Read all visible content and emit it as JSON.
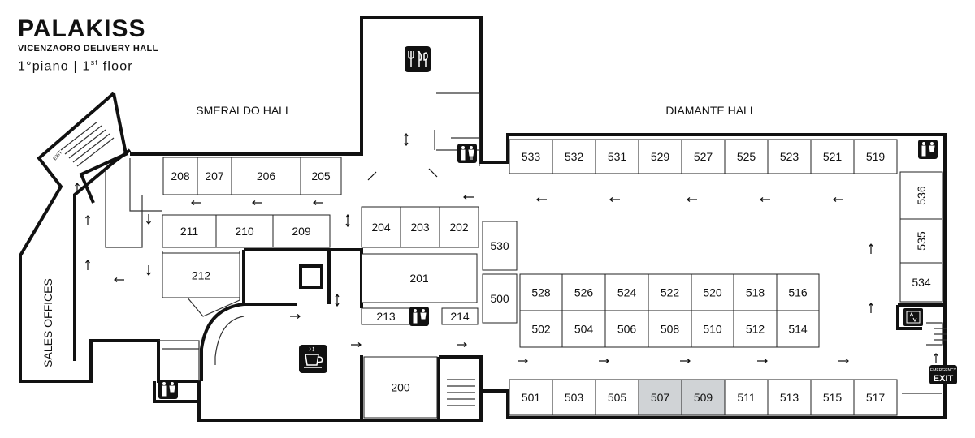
{
  "brand": {
    "name": "PALAKISS",
    "subtitle": "VICENZAORO DELIVERY HALL",
    "floor_it": "1°piano",
    "separator": "|",
    "floor_en_num": "1",
    "floor_en_sup": "st",
    "floor_en_word": "floor"
  },
  "halls": {
    "smeraldo": "SMERALDO HALL",
    "diamante": "DIAMANTE HALL",
    "sales": "SALES OFFICES"
  },
  "colors": {
    "stand_fill": "#ffffff",
    "stand_highlight": "#d0d3d6",
    "icon_bg": "#111111",
    "wall": "#111111"
  },
  "rooms": [
    {
      "id": "208"
    },
    {
      "id": "207"
    },
    {
      "id": "206"
    },
    {
      "id": "205"
    },
    {
      "id": "211"
    },
    {
      "id": "210"
    },
    {
      "id": "209"
    },
    {
      "id": "204"
    },
    {
      "id": "203"
    },
    {
      "id": "202"
    },
    {
      "id": "212"
    },
    {
      "id": "201"
    },
    {
      "id": "213"
    },
    {
      "id": "214"
    },
    {
      "id": "200"
    },
    {
      "id": "530"
    },
    {
      "id": "500"
    },
    {
      "id": "533"
    },
    {
      "id": "532"
    },
    {
      "id": "531"
    },
    {
      "id": "529"
    },
    {
      "id": "527"
    },
    {
      "id": "525"
    },
    {
      "id": "523"
    },
    {
      "id": "521"
    },
    {
      "id": "519"
    },
    {
      "id": "536"
    },
    {
      "id": "535"
    },
    {
      "id": "534"
    },
    {
      "id": "528"
    },
    {
      "id": "526"
    },
    {
      "id": "524"
    },
    {
      "id": "522"
    },
    {
      "id": "520"
    },
    {
      "id": "518"
    },
    {
      "id": "516"
    },
    {
      "id": "502"
    },
    {
      "id": "504"
    },
    {
      "id": "506"
    },
    {
      "id": "508"
    },
    {
      "id": "510"
    },
    {
      "id": "512"
    },
    {
      "id": "514"
    },
    {
      "id": "501"
    },
    {
      "id": "503"
    },
    {
      "id": "505"
    },
    {
      "id": "507",
      "highlighted": true
    },
    {
      "id": "509",
      "highlighted": true
    },
    {
      "id": "511"
    },
    {
      "id": "513"
    },
    {
      "id": "515"
    },
    {
      "id": "517"
    }
  ],
  "icons": {
    "restaurant": "restaurant-icon",
    "cafe": "coffee-cup-icon",
    "restroom": "restroom-icon",
    "elevator": "elevator-icon",
    "exit_small": "EXIT",
    "emergency_top": "EMERGENCY",
    "emergency_bottom": "EXIT"
  }
}
